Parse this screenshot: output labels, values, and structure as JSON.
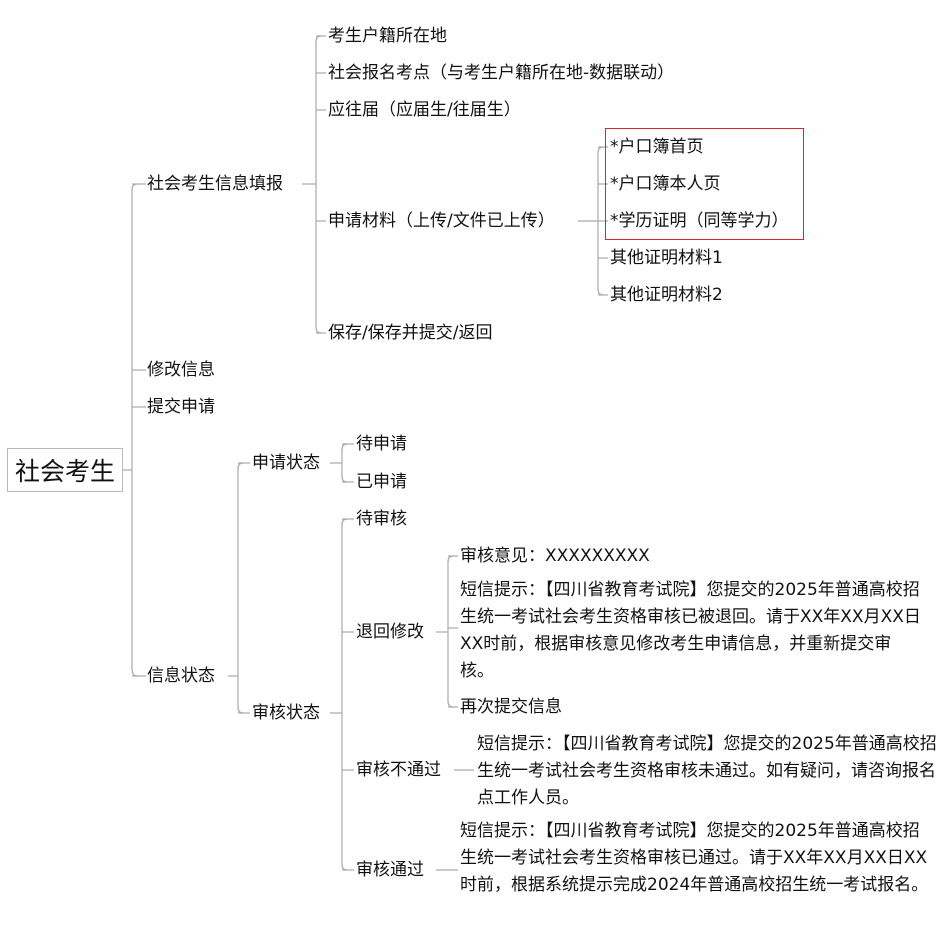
{
  "root": "社会考生",
  "branch_info_fill": {
    "label": "社会考生信息填报",
    "items": {
      "domicile": "考生户籍所在地",
      "exam_site": "社会报名考点（与考生户籍所在地-数据联动）",
      "graduation": "应往届（应届生/往届生）",
      "materials": {
        "label": "申请材料（上传/文件已上传）",
        "items": [
          "*户口簿首页",
          "*户口簿本人页",
          "*学历证明（同等学力）",
          "其他证明材料1",
          "其他证明材料2"
        ]
      },
      "save": "保存/保存并提交/返回"
    }
  },
  "branch_modify": "修改信息",
  "branch_submit": "提交申请",
  "branch_status": {
    "label": "信息状态",
    "apply_status": {
      "label": "申请状态",
      "items": [
        "待申请",
        "已申请"
      ]
    },
    "review_status": {
      "label": "审核状态",
      "pending": "待审核",
      "returned": {
        "label": "退回修改",
        "opinion": "审核意见：XXXXXXXXX",
        "sms": "短信提示：【四川省教育考试院】您提交的2025年普通高校招生统一考试社会考生资格审核已被退回。请于XX年XX月XX日XX时前，根据审核意见修改考生申请信息，并重新提交审核。",
        "resubmit": "再次提交信息"
      },
      "rejected": {
        "label": "审核不通过",
        "sms": "短信提示：【四川省教育考试院】您提交的2025年普通高校招生统一考试社会考生资格审核未通过。如有疑问，请咨询报名点工作人员。"
      },
      "approved": {
        "label": "审核通过",
        "sms": "短信提示：【四川省教育考试院】您提交的2025年普通高校招生统一考试社会考生资格审核已通过。请于XX年XX月XX日XX时前，根据系统提示完成2024年普通高校招生统一考试报名。"
      }
    }
  }
}
